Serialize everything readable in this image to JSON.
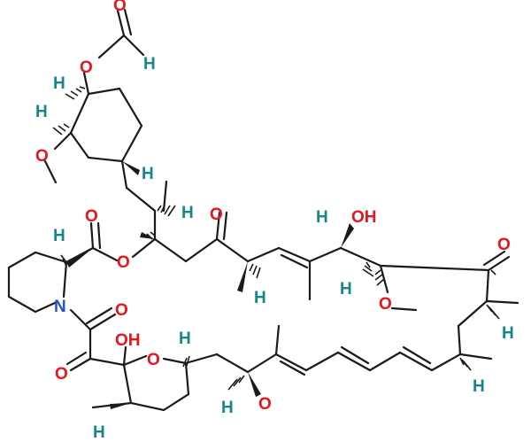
{
  "atom_labels": {
    "oxygen": "O",
    "nitrogen": "N",
    "hydrogen": "H",
    "hydroxyl": "OH"
  },
  "colors": {
    "oxygen": "#e8141c",
    "nitrogen": "#2552c8",
    "hydrogen": "#15868c",
    "bond": "#1a1a1a",
    "background": "#ffffff"
  }
}
